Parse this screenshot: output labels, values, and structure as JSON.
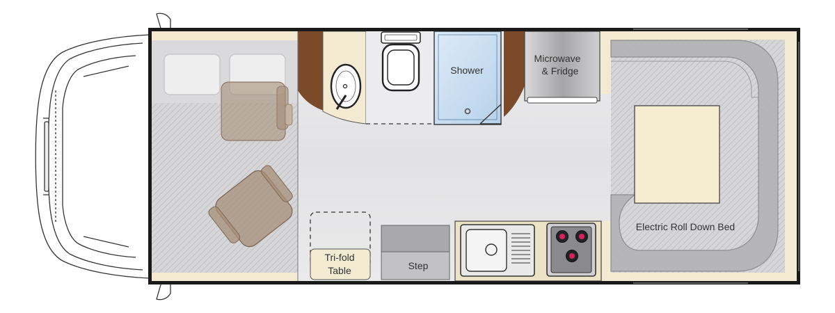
{
  "labels": {
    "shower": "Shower",
    "microwave_fridge": [
      "Microwave",
      "& Fridge"
    ],
    "tri_fold_table": [
      "Tri-fold",
      "Table"
    ],
    "step": "Step",
    "electric_bed": "Electric Roll Down Bed"
  },
  "icons": {
    "cab": "van-cab-icon",
    "driver_seat": "cab-seat-icon",
    "swivel_seat": "swivel-seat-icon",
    "basin": "basin-icon",
    "toilet": "toilet-icon",
    "sink": "sink-icon",
    "hob": "hob-icon"
  },
  "colors": {
    "wall": "#1a1a1a",
    "cream": "#f3ead2",
    "floor": "#e4e4e6",
    "hatch_floor": "#d2d2d4",
    "wood": "#7a4a2a",
    "seat": "#a58d78",
    "shower_tray": "#c7dcf0",
    "counter": "#ece2c4",
    "appliance": "#a9a9ab",
    "bed_seat": "#b3b3b5",
    "bed_block": "#f6ecd0",
    "hob_ring": "#d8235a"
  }
}
